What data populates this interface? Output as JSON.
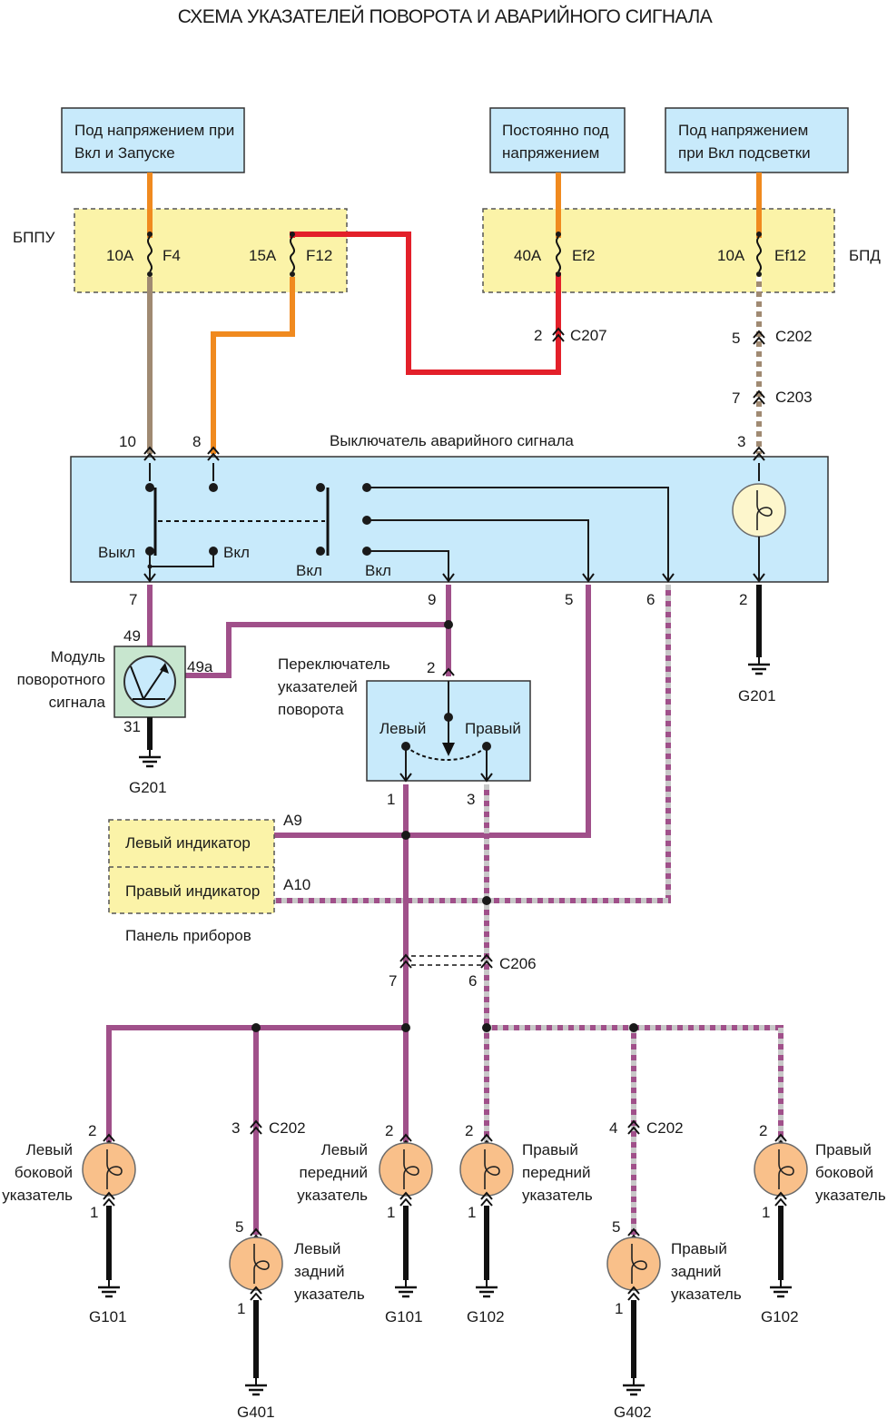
{
  "title": "СХЕМА УКАЗАТЕЛЕЙ ПОВОРОТА И АВАРИЙНОГО СИГНАЛА",
  "power_sources": [
    {
      "line1": "Под напряжением при",
      "line2": "Вкл и Запуске"
    },
    {
      "line1": "Постоянно под",
      "line2": "напряжением"
    },
    {
      "line1": "Под напряжением",
      "line2": "при Вкл подсветки"
    }
  ],
  "fuse_blocks": {
    "left": "БППУ",
    "right": "БПД"
  },
  "fuses": [
    {
      "rating": "10A",
      "name": "F4"
    },
    {
      "rating": "15A",
      "name": "F12"
    },
    {
      "rating": "40A",
      "name": "Ef2"
    },
    {
      "rating": "10A",
      "name": "Ef12"
    }
  ],
  "connectors": {
    "c207": "C207",
    "c207_pin": "2",
    "c202_top": "C202",
    "c202_top_pin": "5",
    "c203": "C203",
    "c203_pin": "7",
    "c206": "C206",
    "c206_pin_left": "7",
    "c206_pin_right": "6",
    "c202_left": "C202",
    "c202_left_pin": "3",
    "c202_right": "C202",
    "c202_right_pin": "4"
  },
  "hazard_switch": {
    "label": "Выключатель аварийного сигнала",
    "pins_top": [
      "10",
      "8",
      "3"
    ],
    "pins_bottom": [
      "7",
      "9",
      "5",
      "6",
      "2"
    ],
    "off": "Выкл",
    "on1": "Вкл",
    "on2": "Вкл",
    "on3": "Вкл"
  },
  "flasher": {
    "line1": "Модуль",
    "line2": "поворотного",
    "line3": "сигнала",
    "pin_top": "49",
    "pin_side": "49a",
    "pin_bottom": "31"
  },
  "turn_switch": {
    "line1": "Переключатель",
    "line2": "указателей",
    "line3": "поворота",
    "pin_top": "2",
    "left": "Левый",
    "right": "Правый",
    "pin_left": "1",
    "pin_right": "3"
  },
  "cluster": {
    "left": "Левый индикатор",
    "right": "Правый индикатор",
    "pin_left": "A9",
    "pin_right": "A10",
    "label": "Панель приборов"
  },
  "lamps": [
    {
      "l1": "Левый",
      "l2": "боковой",
      "l3": "указатель",
      "p1": "2",
      "p2": "1"
    },
    {
      "l1": "Левый",
      "l2": "задний",
      "l3": "указатель",
      "p1": "5",
      "p2": "1"
    },
    {
      "l1": "Левый",
      "l2": "передний",
      "l3": "указатель",
      "p1": "2",
      "p2": "1"
    },
    {
      "l1": "Правый",
      "l2": "передний",
      "l3": "указатель",
      "p1": "2",
      "p2": "1"
    },
    {
      "l1": "Правый",
      "l2": "задний",
      "l3": "указатель",
      "p1": "5",
      "p2": "1"
    },
    {
      "l1": "Правый",
      "l2": "боковой",
      "l3": "указатель",
      "p1": "2",
      "p2": "1"
    }
  ],
  "grounds": {
    "g201_a": "G201",
    "g201_b": "G201",
    "g101_a": "G101",
    "g101_b": "G101",
    "g102_a": "G102",
    "g102_b": "G102",
    "g401": "G401",
    "g402": "G402"
  },
  "colors": {
    "box_fill": "#c8eafb",
    "fuse_fill": "#fbf3a8",
    "lamp_fill": "#f9c08a",
    "orange": "#f08a1f",
    "red": "#e3202a",
    "brown": "#a08a72",
    "purple": "#a0508a"
  }
}
